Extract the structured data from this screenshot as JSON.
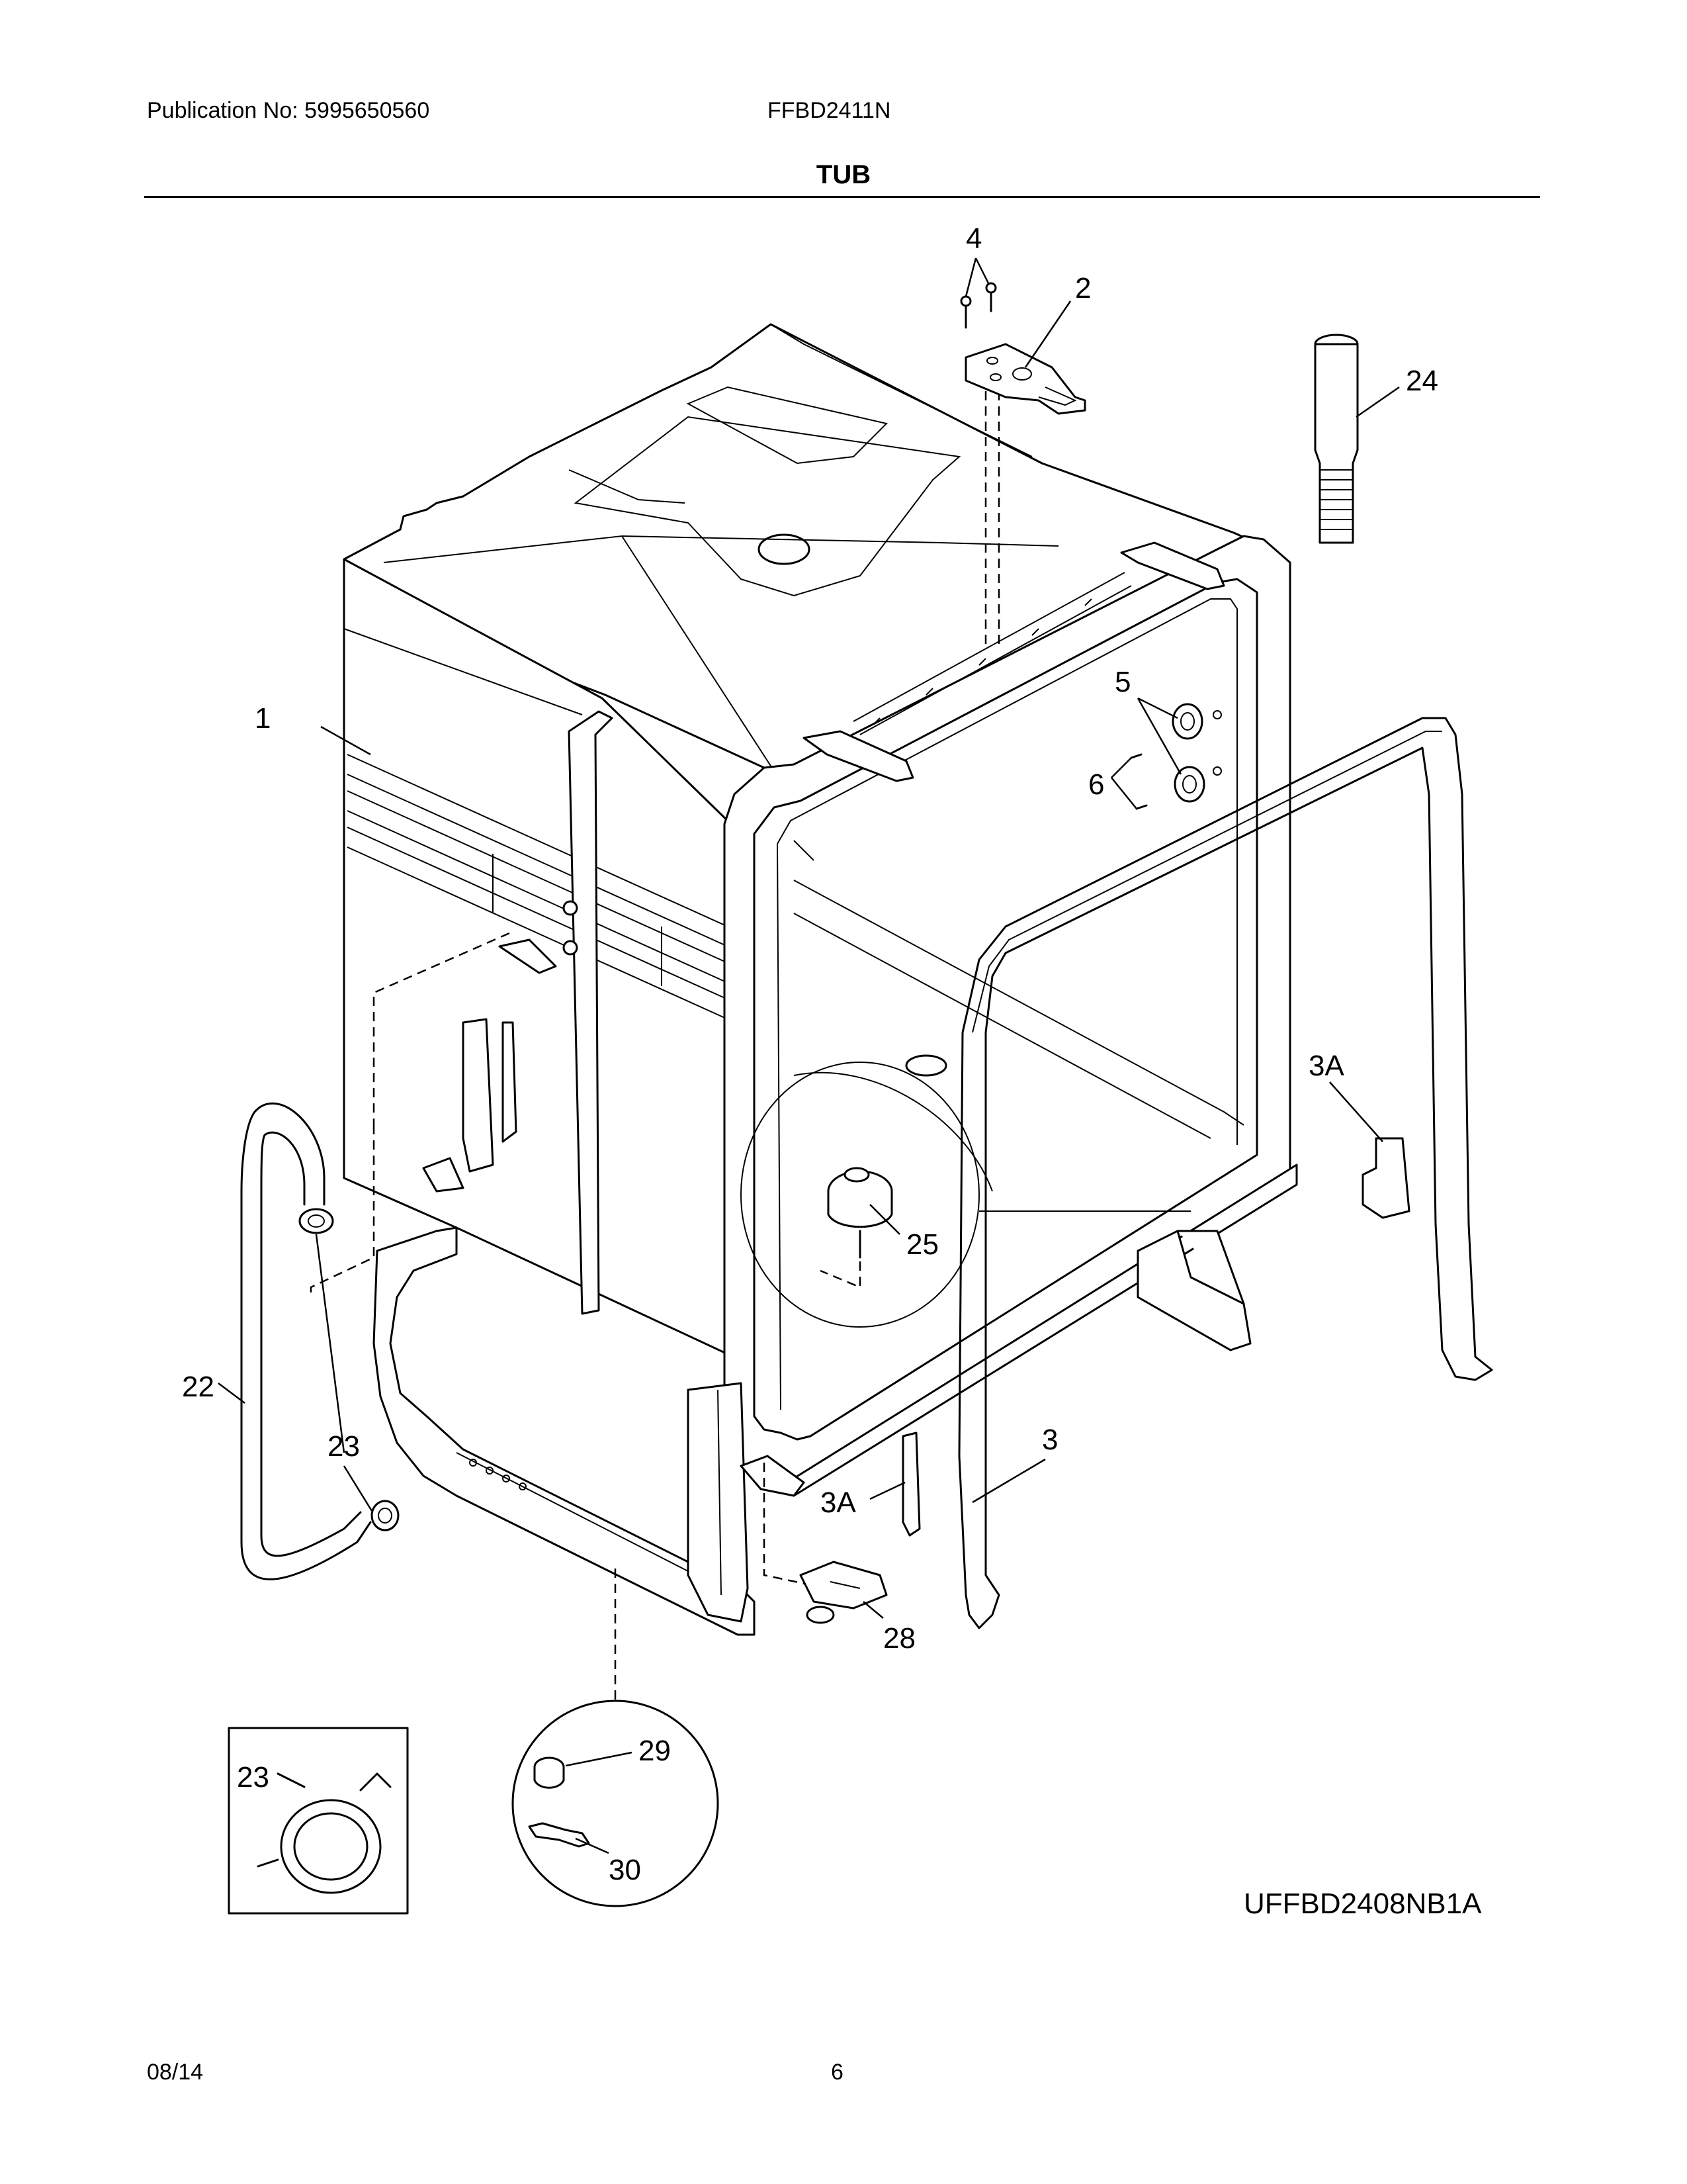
{
  "header": {
    "publication": "Publication No: 5995650560",
    "model": "FFBD2411N",
    "section_title": "TUB"
  },
  "callouts": {
    "c1": "1",
    "c2": "2",
    "c3": "3",
    "c3a_right": "3A",
    "c3a_bottom": "3A",
    "c4": "4",
    "c5": "5",
    "c6": "6",
    "c22": "22",
    "c23_main": "23",
    "c23_detail": "23",
    "c24": "24",
    "c25": "25",
    "c28": "28",
    "c29": "29",
    "c30": "30"
  },
  "drawing_code": "UFFBD2408NB1A",
  "footer": {
    "date": "08/14",
    "page": "6"
  }
}
